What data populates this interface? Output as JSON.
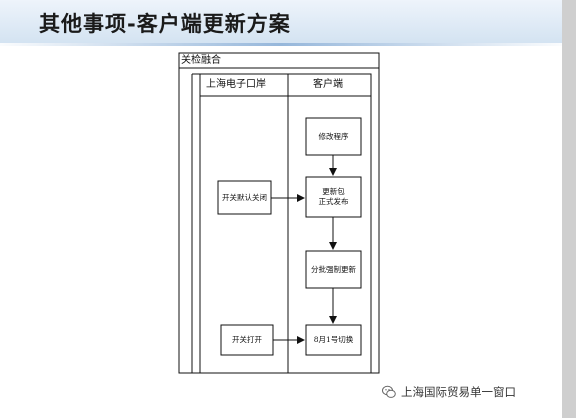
{
  "slide": {
    "title": "其他事项-客户端更新方案"
  },
  "diagram": {
    "pool_title": "关检融合",
    "lanes": [
      {
        "label": "上海电子口岸"
      },
      {
        "label": "客户端"
      }
    ],
    "nodes": {
      "modify": "修改程序",
      "release_line1": "更新包",
      "release_line2": "正式发布",
      "force_update": "分批强制更新",
      "switch_off": "开关默认关闭",
      "switch_on": "开关打开",
      "cutover": "8月1号切换"
    }
  },
  "watermark": {
    "text": "上海国际贸易单一窗口"
  }
}
